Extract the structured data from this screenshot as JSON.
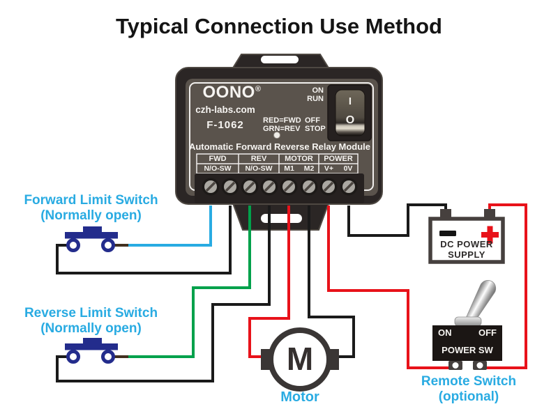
{
  "title": "Typical Connection Use Method",
  "module": {
    "brand": "OONO",
    "brand_mark": "®",
    "website": "czh-labs.com",
    "model": "F-1062",
    "led_legend": {
      "line1": "RED=FWD",
      "line2": "GRN=REV"
    },
    "run_state": {
      "line1": "ON",
      "line2": "RUN"
    },
    "stop_state": {
      "line1": "OFF",
      "line2": "STOP"
    },
    "power_rocker": {
      "on_mark": "I",
      "off_mark": "O"
    },
    "subtitle": "Automatic Forward Reverse Relay Module",
    "terminal_table": {
      "groups": [
        "FWD",
        "REV",
        "MOTOR",
        "POWER"
      ],
      "sub_labels": [
        "N/O-SW",
        "N/O-SW",
        "M1",
        "M2",
        "V+",
        "0V"
      ]
    }
  },
  "forward_switch": {
    "title": "Forward Limit Switch",
    "subtitle": "(Normally open)"
  },
  "reverse_switch": {
    "title": "Reverse Limit Switch",
    "subtitle": "(Normally open)"
  },
  "motor": {
    "symbol": "M",
    "label": "Motor"
  },
  "dc_supply": {
    "line1": "DC POWER",
    "line2": "SUPPLY",
    "negative_icon": "minus-terminal",
    "positive_icon": "plus-terminal"
  },
  "remote_switch": {
    "on_label": "ON",
    "off_label": "OFF",
    "name": "POWER SW",
    "title": "Remote Switch",
    "subtitle": "(optional)"
  },
  "colors": {
    "forward_wire": "#29ABE2",
    "reverse_wire": "#00A14B",
    "positive_wire": "#E8121A",
    "ground_wire": "#1A1A1A",
    "label_text": "#29ABE2",
    "switch_symbol": "#232C8C",
    "module_body": "#2B2625",
    "module_face": "#5A534C",
    "title_text": "#141414"
  }
}
